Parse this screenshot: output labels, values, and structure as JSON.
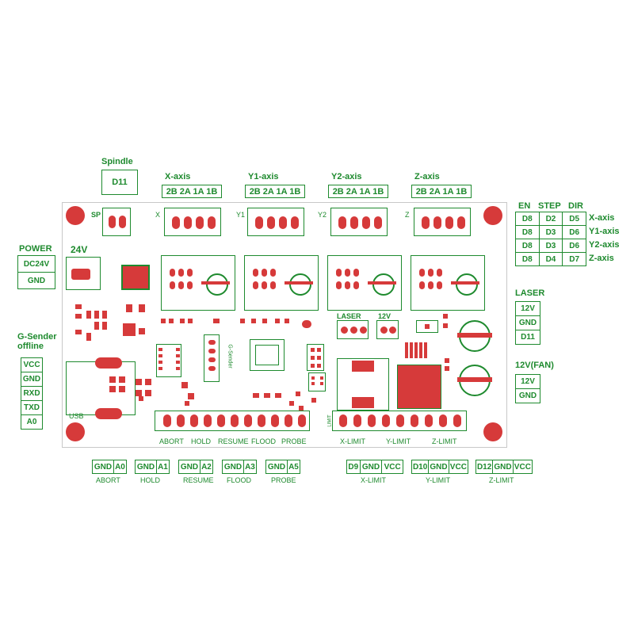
{
  "top_labels": {
    "spindle": "Spindle",
    "spindle_pin": "D11",
    "axes": [
      {
        "name": "X-axis",
        "pins": "2B 2A 1A 1B"
      },
      {
        "name": "Y1-axis",
        "pins": "2B 2A 1A 1B"
      },
      {
        "name": "Y2-axis",
        "pins": "2B 2A 1A 1B"
      },
      {
        "name": "Z-axis",
        "pins": "2B 2A 1A 1B"
      }
    ]
  },
  "pin_table": {
    "headers": [
      "EN",
      "STEP",
      "DIR"
    ],
    "rows": [
      {
        "en": "D8",
        "step": "D2",
        "dir": "D5",
        "axis": "X-axis"
      },
      {
        "en": "D8",
        "step": "D3",
        "dir": "D6",
        "axis": "Y1-axis"
      },
      {
        "en": "D8",
        "step": "D3",
        "dir": "D6",
        "axis": "Y2-axis"
      },
      {
        "en": "D8",
        "step": "D4",
        "dir": "D7",
        "axis": "Z-axis"
      }
    ]
  },
  "laser": {
    "title": "LASER",
    "pins": [
      "12V",
      "GND",
      "D11"
    ]
  },
  "fan": {
    "title": "12V(FAN)",
    "pins": [
      "12V",
      "GND"
    ]
  },
  "power": {
    "title": "POWER",
    "pins": [
      "DC24V",
      "GND"
    ]
  },
  "gsender": {
    "title": "G-Sender\noffline",
    "pins": [
      "VCC",
      "GND",
      "RXD",
      "TXD",
      "A0"
    ]
  },
  "bottom_inputs": [
    {
      "gnd": "GND",
      "pin": "A0",
      "label": "ABORT"
    },
    {
      "gnd": "GND",
      "pin": "A1",
      "label": "HOLD"
    },
    {
      "gnd": "GND",
      "pin": "A2",
      "label": "RESUME"
    },
    {
      "gnd": "GND",
      "pin": "A3",
      "label": "FLOOD"
    },
    {
      "gnd": "GND",
      "pin": "A5",
      "label": "PROBE"
    }
  ],
  "bottom_limits": [
    {
      "pin": "D9",
      "gnd": "GND",
      "vcc": "VCC",
      "label": "X-LIMIT"
    },
    {
      "pin": "D10",
      "gnd": "GND",
      "vcc": "VCC",
      "label": "Y-LIMIT"
    },
    {
      "pin": "D12",
      "gnd": "GND",
      "vcc": "VCC",
      "label": "Z-LIMIT"
    }
  ],
  "board_silk": {
    "sp": "SP",
    "x": "X",
    "y1": "Y1",
    "y2": "Y2",
    "z": "Z",
    "v24": "24V",
    "usb": "USB",
    "laser": "LASER",
    "v12": "12V",
    "gsender_vertical": "G-Sender",
    "bottom_inputs_row": [
      "ABORT",
      "HOLD",
      "RESUME",
      "FLOOD",
      "PROBE"
    ],
    "bottom_limits_row": [
      "X-LIMIT",
      "Y-LIMIT",
      "Z-LIMIT"
    ],
    "limit": "LIMIT"
  }
}
